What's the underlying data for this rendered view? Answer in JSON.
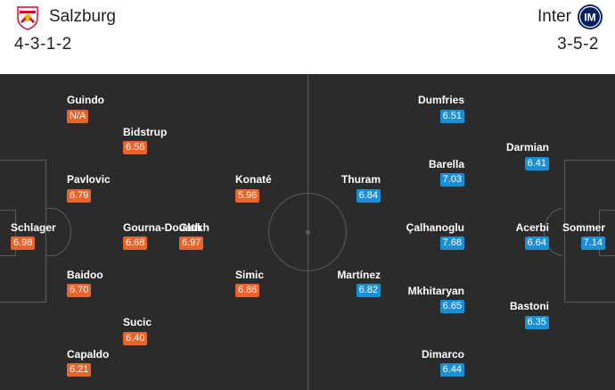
{
  "home": {
    "name": "Salzburg",
    "formation": "4-3-1-2",
    "logo_icon": "salzburg-logo",
    "rating_color": "#e8642c",
    "players": [
      {
        "name": "Guindo",
        "rating": "N/A"
      },
      {
        "name": "Bidstrup",
        "rating": "6.56"
      },
      {
        "name": "Pavlovic",
        "rating": "6.79"
      },
      {
        "name": "Konaté",
        "rating": "5.96"
      },
      {
        "name": "Schlager",
        "rating": "6.98"
      },
      {
        "name": "Gourna-Douath",
        "rating": "6.68"
      },
      {
        "name": "Glukh",
        "rating": "6.97"
      },
      {
        "name": "Baidoo",
        "rating": "6.70"
      },
      {
        "name": "Simic",
        "rating": "6.86"
      },
      {
        "name": "Sucic",
        "rating": "6.40"
      },
      {
        "name": "Capaldo",
        "rating": "6.21"
      }
    ]
  },
  "away": {
    "name": "Inter",
    "formation": "3-5-2",
    "logo_icon": "inter-logo",
    "rating_color": "#1a8fd6",
    "players": [
      {
        "name": "Dumfries",
        "rating": "6.51"
      },
      {
        "name": "Darmian",
        "rating": "6.41"
      },
      {
        "name": "Thuram",
        "rating": "6.84"
      },
      {
        "name": "Barella",
        "rating": "7.03"
      },
      {
        "name": "Çalhanoglu",
        "rating": "7.68"
      },
      {
        "name": "Acerbi",
        "rating": "6.64"
      },
      {
        "name": "Sommer",
        "rating": "7.14"
      },
      {
        "name": "Martínez",
        "rating": "6.82"
      },
      {
        "name": "Mkhitaryan",
        "rating": "6.65"
      },
      {
        "name": "Bastoni",
        "rating": "6.35"
      },
      {
        "name": "Dimarco",
        "rating": "6.44"
      }
    ]
  }
}
